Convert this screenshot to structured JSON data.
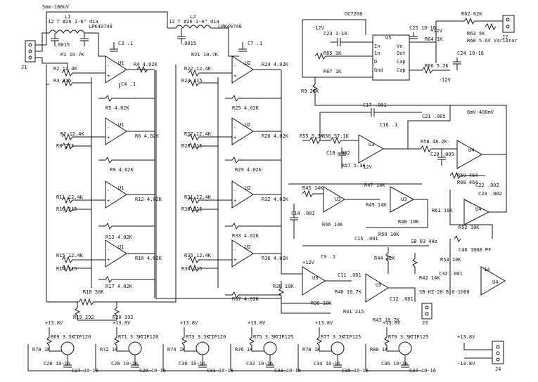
{
  "inputs": {
    "left": {
      "connector": "J1",
      "inductor": "L1",
      "note": "12 T #26 1-6\" dia",
      "cap": ".0015",
      "feed": "5mm-100uV",
      "ic": "LPK49740"
    },
    "right": {
      "inductor": "L2",
      "note": "12 T #26 1-6\" dia",
      "cap": ".0015",
      "ic": "LPK49740"
    }
  },
  "left_bank": {
    "opamps": [
      {
        "ref": "U1",
        "rin": "R2 12.4K",
        "rg": "R3 215",
        "rf": "R4 4.02K",
        "ro": "R5 4.02K"
      },
      {
        "ref": "U1",
        "rin": "R7 12.4K",
        "rg": "R8 215",
        "rf": "R9 4.02K",
        "ro": "R6 4.02K"
      },
      {
        "ref": "U1",
        "rin": "R11 12.4K",
        "rg": "R10 215",
        "rf": "R13 4.02K",
        "ro": "R12 4.02K"
      },
      {
        "ref": "U1",
        "rin": "R15 12.4K",
        "rg": "R14 215",
        "rf": "R17 4.02K",
        "ro": "R16 4.02K"
      }
    ],
    "input_resistor": "R1 10.7K"
  },
  "right_bank": {
    "opamps": [
      {
        "ref": "U2",
        "rin": "R22 12.4K",
        "rg": "R23 215",
        "rf": "R24 4.02K",
        "ro": "R25 4.02K"
      },
      {
        "ref": "U2",
        "rin": "R27 12.4K",
        "rg": "R28 215",
        "rf": "R29 4.02K",
        "ro": "R26 4.02K"
      },
      {
        "ref": "U2",
        "rin": "R31 12.4K",
        "rg": "R30 215",
        "rf": "R33 4.02K",
        "ro": "R32 4.02K"
      },
      {
        "ref": "U2",
        "rin": "R35 12.4K",
        "rg": "R34 215",
        "rf": "R37 4.02K",
        "ro": "R36 4.02K"
      }
    ],
    "input_resistor": "R21 10.7K"
  },
  "mixer": {
    "pot": "R18 50K",
    "r19": "R19 392",
    "r20": "R20 392"
  },
  "oscillator": {
    "ic": "OC7208",
    "ref": "U5",
    "r62": "R62 62K",
    "r63": "R63 5K",
    "r64": "R64 1K",
    "r65": "R65 1K",
    "r66": "R66 5.2K",
    "r67": "R67 1K",
    "c24": "C24 10-16",
    "c25": "C25 10-16",
    "c23": "C23 1-16",
    "varistor": "R68 5.6V Varistor",
    "connector": "J2",
    "r9": "R9 28K"
  },
  "filter": {
    "c17": "C17 .001",
    "r55": "R55 5.3K",
    "r56": "R56 57.1K",
    "c18": "C18 .002",
    "r57": "R57 5.3K",
    "r58": "R58 48.2K",
    "c20": "C20 .005",
    "c21": "C21 .005",
    "label_right": "6mV-400mV",
    "r59": "R59 464",
    "r60": "R60 464",
    "r61": "R61 10K",
    "c22": "C22 .002",
    "c23b": "C23 .002",
    "r52": "R52 10K",
    "c40": "C40 1000 PF",
    "r53": "R53 10K",
    "c32": "C32 .001"
  },
  "mid_section": {
    "r45": "R45 14K",
    "r46": "R46 14K",
    "r47": "R47 14K",
    "r48": "R48 10K",
    "r49": "R49 14K",
    "c14": "C14 .001",
    "c15": "C15 .001",
    "r50": "R50 10K",
    "r44": "R44 12K",
    "label": "SB 03 4Hz",
    "r38": "R38 10K",
    "r39": "R39 10K",
    "r40": "R40 10.7K",
    "r41": "R41 215",
    "r42": "R42 14K",
    "r43": "R43 10.7K",
    "c11": "C11 .001",
    "c12": "C12 .001",
    "label2": "SB-HZ-20\n8-0-1000",
    "connector": "J3"
  },
  "drivers": [
    {
      "rail": "+13.8V",
      "transistor": "TIP120",
      "rb": "R69 3.3K",
      "re": "R70 1K",
      "cap": "C26 10-16",
      "ce": "C27 10-16"
    },
    {
      "rail": "+13.8V",
      "transistor": "TIP120",
      "rb": "R71 3.3K",
      "re": "R72 1K",
      "cap": "C28 10-16",
      "ce": "C29 10-16"
    },
    {
      "rail": "+13.8V",
      "transistor": "TIP120",
      "rb": "R73 3.3K",
      "re": "R74 1K",
      "cap": "C30 10-16",
      "ce": "C31 10-16"
    },
    {
      "rail": "+13.8V",
      "transistor": "TIP125",
      "rb": "R75 3.3K",
      "re": "R76 1K",
      "cap": "C32 10-16",
      "ce": "C33 10-16"
    },
    {
      "rail": "+13.8V",
      "transistor": "TIP125",
      "rb": "R77 3.3K",
      "re": "R78 1K",
      "cap": "C34 10-16",
      "ce": "C35 10-16"
    },
    {
      "rail": "+13.8V",
      "transistor": "TIP125",
      "rb": "R79 3.3K",
      "re": "R80 1K",
      "cap": "C36 10-16",
      "ce": "C37 10-16"
    }
  ],
  "power_connector": {
    "ref": "J4",
    "pos": "+13.8V",
    "neg": "-13.8V"
  }
}
